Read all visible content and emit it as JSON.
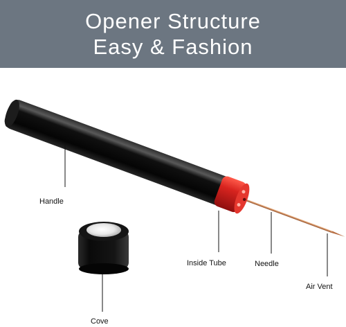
{
  "banner": {
    "title_line_1": "Opener Structure",
    "title_line_2": "Easy & Fashion"
  },
  "callouts": {
    "handle": "Handle",
    "cove": "Cove",
    "inside_tube": "Inside Tube",
    "needle": "Needle",
    "air_vent": "Air Vent"
  },
  "colors": {
    "banner_bg": "#6c7681",
    "banner_text": "#ffffff",
    "handle_body": "#0b0b0b",
    "ring_red": "#d41f1f",
    "needle_copper": "#c88558",
    "label_text": "#111111"
  },
  "icons": {
    "product": "pen-style-opener-illustration",
    "cap": "black-cap-illustration"
  }
}
